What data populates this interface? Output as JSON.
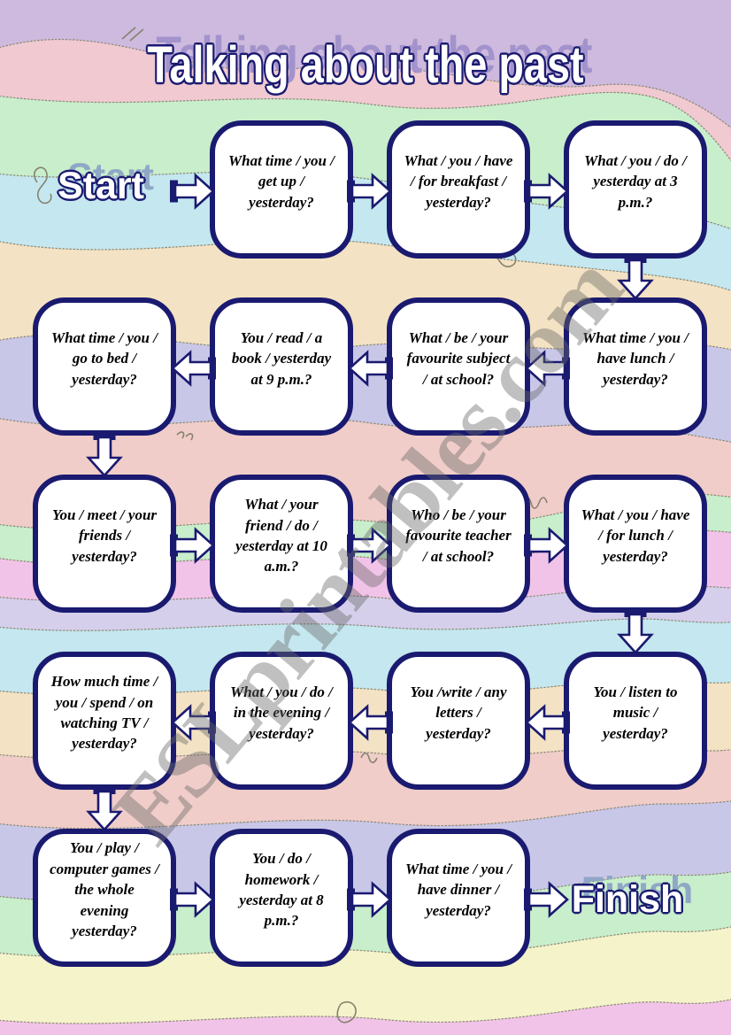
{
  "title": {
    "text": "Talking about the past"
  },
  "labels": {
    "start": "Start",
    "finish": "Finish"
  },
  "watermark": {
    "text": "ESLprintables.com"
  },
  "colors": {
    "navy_border": "#1a1a70",
    "title_shadow": "#a393cc",
    "wordart_shadow": "#90a7c7",
    "watermark_gray": "#696969"
  },
  "board": {
    "cells": [
      {
        "text": "What time / you / get up / yesterday?"
      },
      {
        "text": "What / you / have / for breakfast / yesterday?"
      },
      {
        "text": "What / you / do / yesterday at 3 p.m.?"
      },
      {
        "text": "What time / you / have lunch / yesterday?"
      },
      {
        "text": "What / be / your favourite subject / at school?"
      },
      {
        "text": "You / read / a book / yesterday at 9 p.m.?"
      },
      {
        "text": "What time / you / go to bed / yesterday?"
      },
      {
        "text": "You / meet / your friends / yesterday?"
      },
      {
        "text": "What / your friend / do / yesterday at 10 a.m.?"
      },
      {
        "text": "Who / be / your favourite teacher / at school?"
      },
      {
        "text": "What / you / have / for lunch / yesterday?"
      },
      {
        "text": "You / listen to music / yesterday?"
      },
      {
        "text": "You /write / any letters / yesterday?"
      },
      {
        "text": "What / you / do / in the evening / yesterday?"
      },
      {
        "text": "How much time / you / spend / on watching TV / yesterday?"
      },
      {
        "text": "You / play / computer games / the whole evening yesterday?"
      },
      {
        "text": "You / do / homework / yesterday at 8 p.m.?"
      },
      {
        "text": "What time / you / have dinner / yesterday?"
      }
    ]
  }
}
